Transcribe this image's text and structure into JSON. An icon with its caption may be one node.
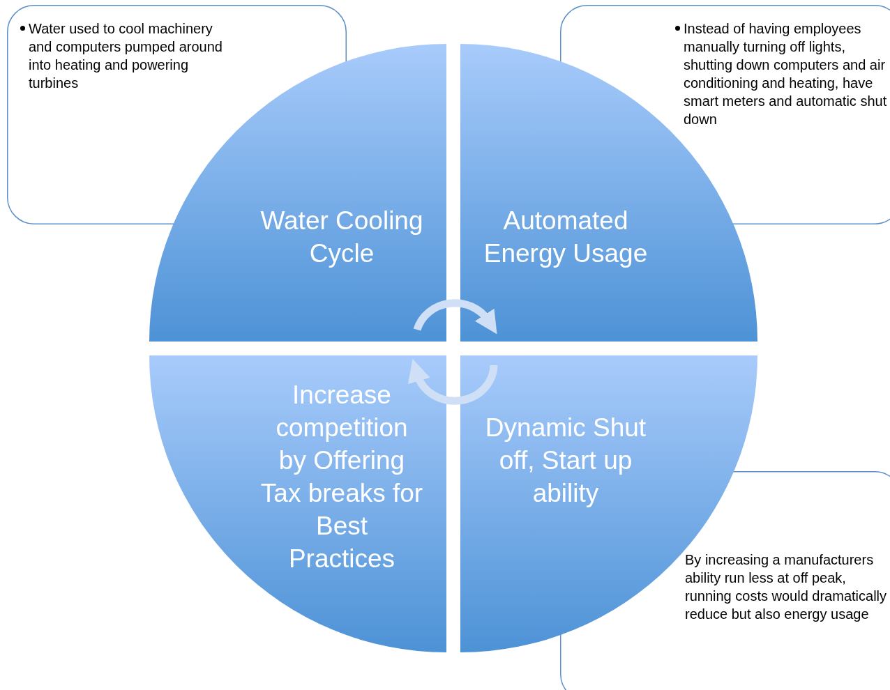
{
  "diagram": {
    "nodes": [
      {
        "text": [
          "Water used to cool machinery and computers pumped around into heating and powering turbines"
        ]
      },
      {
        "text": [
          "Instead of having employees manually turning off lights, shutting down computers and air conditioning and heating, have smart meters and  automatic shut down"
        ]
      },
      {
        "text": [
          "Water Cooling Cycle"
        ]
      },
      {
        "text": [
          "Automated Energy Usage"
        ]
      },
      {
        "text": [
          "Increase competition by Offering Tax breaks for Best Practices"
        ]
      },
      {
        "text": [
          "Dynamic Shut off, Start up ability"
        ]
      },
      {
        "text": [
          "By increasing a manufacturers ability run less at off peak, running costs would dramatically reduce but also energy usage"
        ]
      }
    ],
    "edges": [
      {
        "from": 2,
        "to": 3,
        "arrow": "to"
      },
      {
        "from": 5,
        "to": 4,
        "arrow": "to"
      }
    ]
  }
}
